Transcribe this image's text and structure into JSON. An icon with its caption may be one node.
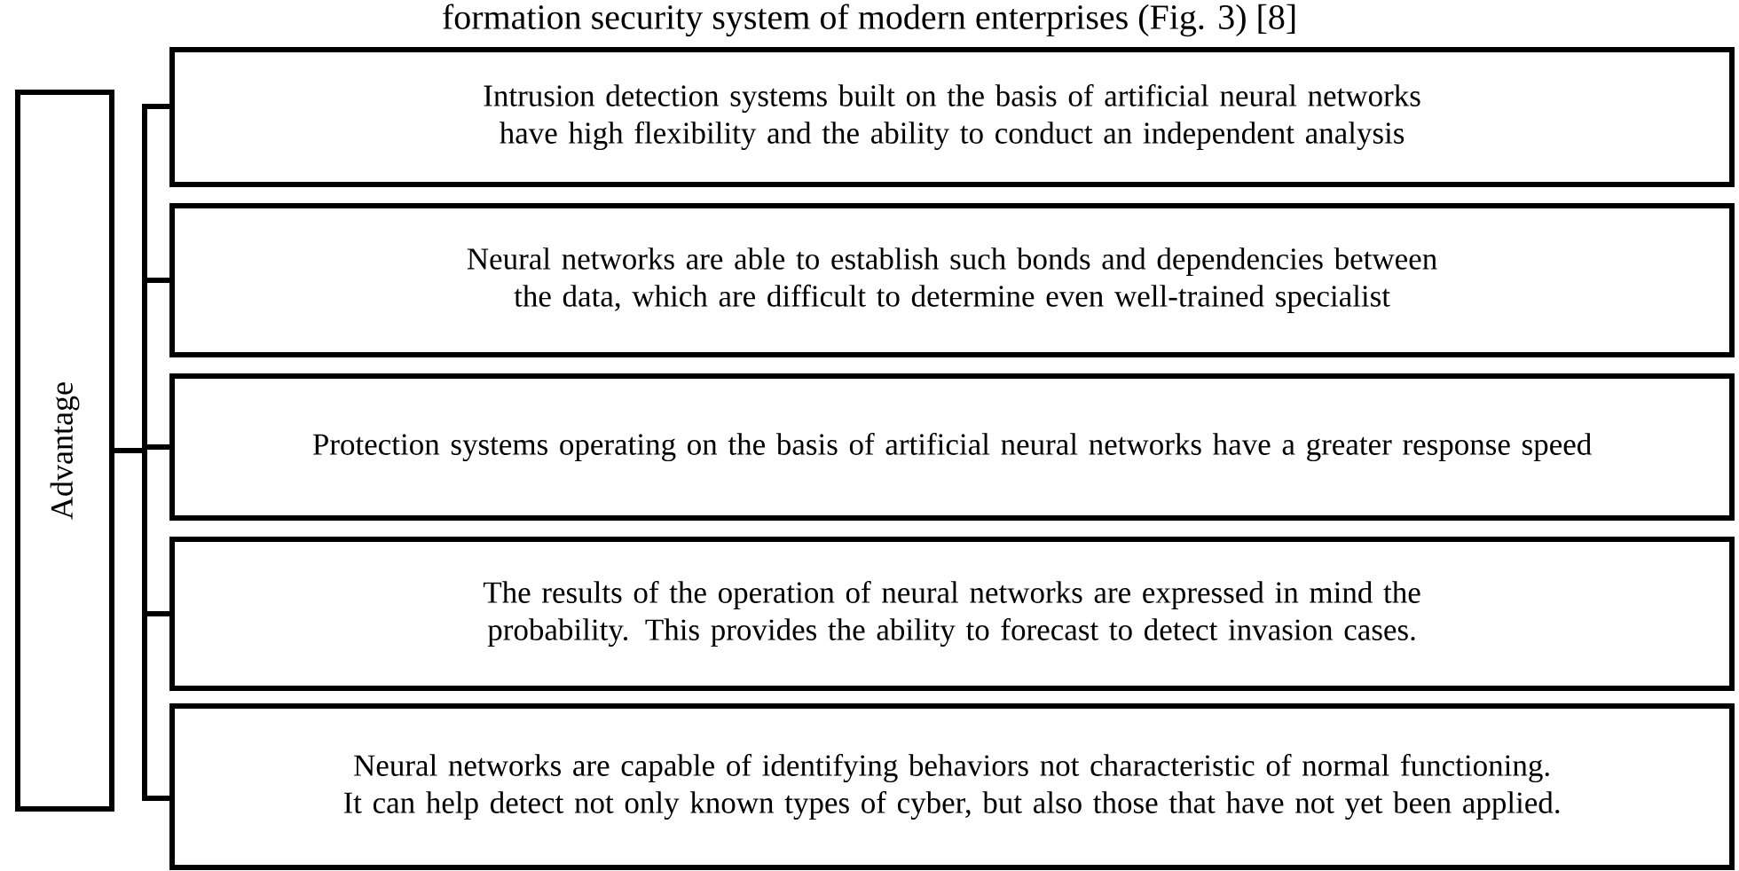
{
  "diagram": {
    "nodes": [
      {
        "text": [
          "Advantage"
        ]
      },
      {
        "text": [
          "Intrusion detection systems built on the basis of artificial neural networks have high flexibility and the ability to conduct an independent analysis"
        ]
      },
      {
        "text": [
          "Neural networks are able to establish such bonds and dependencies between the data, which are difficult to determine even well-trained specialist"
        ]
      },
      {
        "text": [
          "Protection systems operating on the basis of artificial neural networks have a greater response speed"
        ]
      },
      {
        "text": [
          "The results of the operation of neural networks are expressed in mind the probability.  This provides the ability to forecast to detect invasion cases."
        ]
      },
      {
        "text": [
          "Neural networks are capable of identifying behaviors not characteristic of normal functioning. It can help detect not only known types of cyber, but also those that have not yet been applied."
        ]
      }
    ],
    "edges": [
      {
        "from": 0,
        "to": 1,
        "arrow": "none"
      },
      {
        "from": 0,
        "to": 2,
        "arrow": "none"
      },
      {
        "from": 0,
        "to": 3,
        "arrow": "none"
      },
      {
        "from": 0,
        "to": 4,
        "arrow": "none"
      },
      {
        "from": 0,
        "to": 5,
        "arrow": "none"
      }
    ],
    "labels": [
      "formation security system of modern enterprises (Fig. 3) [8]"
    ]
  }
}
